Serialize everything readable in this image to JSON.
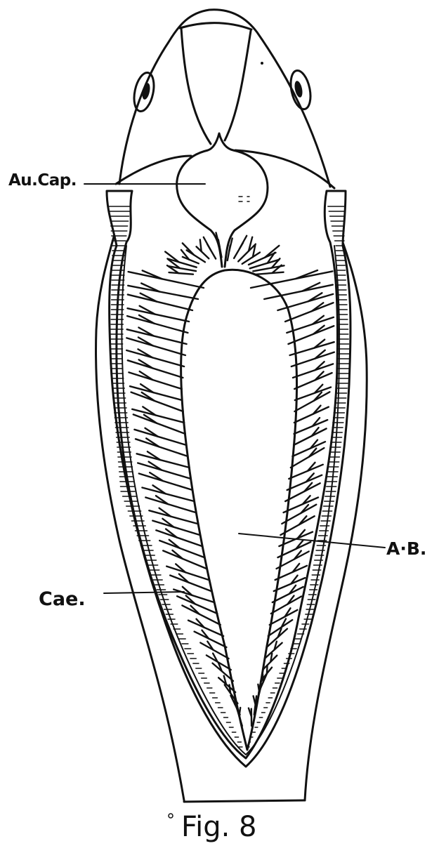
{
  "figure": {
    "caption": "Fig. 8",
    "labels": {
      "au_cap": "Au.Cap.",
      "ab": "A·B.",
      "cae": "Cae."
    }
  },
  "colors": {
    "ink": "#111111",
    "background": "#ffffff"
  }
}
